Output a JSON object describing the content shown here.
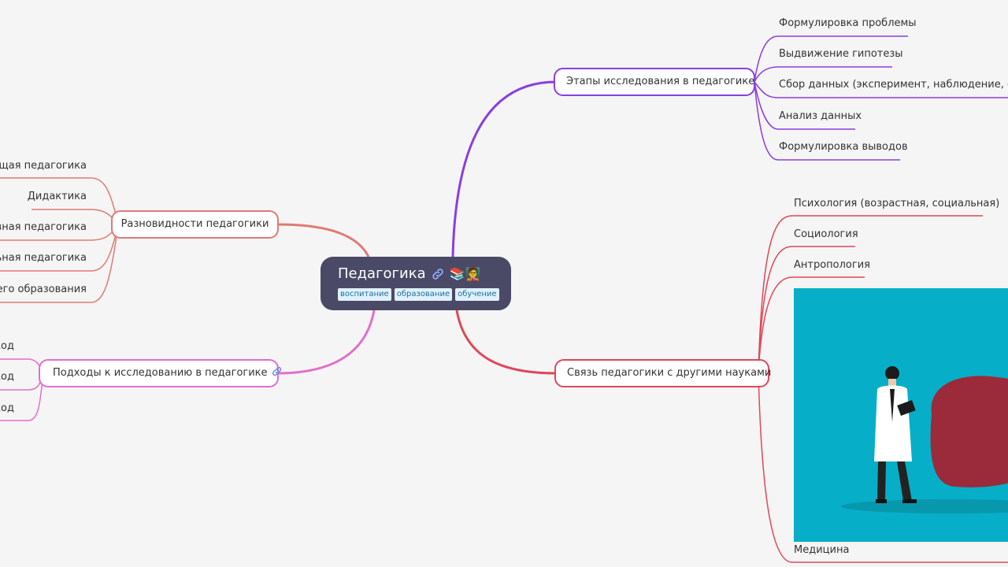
{
  "root": {
    "title": "Педагогика",
    "emoji": "📚🧑‍🏫",
    "tags": [
      "воспитание",
      "образование",
      "обучение"
    ]
  },
  "branches": {
    "stages": {
      "label": "Этапы исследования в педагогике",
      "color": "#8a3ee0",
      "items": [
        "Формулировка проблемы",
        "Выдвижение гипотезы",
        "Сбор данных (эксперимент, наблюдение, опро",
        "Анализ данных",
        "Формулировка выводов"
      ]
    },
    "relations": {
      "label": "Связь педагогики с другими науками",
      "color": "#e0475a",
      "items": [
        "Психология (возрастная, социальная)",
        "Социология",
        "Антропология",
        "Медицина"
      ]
    },
    "kinds": {
      "label": "Разновидности педагогики",
      "color": "#e07a74",
      "items": [
        "Общая педагогика",
        "Дидактика",
        "ивная педагогика",
        "льная педагогика",
        "щего образования"
      ]
    },
    "approaches": {
      "label": "Подходы к исследованию в педагогике",
      "color": "#e06fce",
      "items": [
        "код",
        "код",
        "код"
      ]
    }
  },
  "colors": {
    "background": "#f5f5f5",
    "root": "#4a4a66",
    "tag_bg": "#dff1fb",
    "tag_text": "#1e6f9f",
    "image_bg": "#06afc7",
    "liver": "#9b2a3a"
  }
}
